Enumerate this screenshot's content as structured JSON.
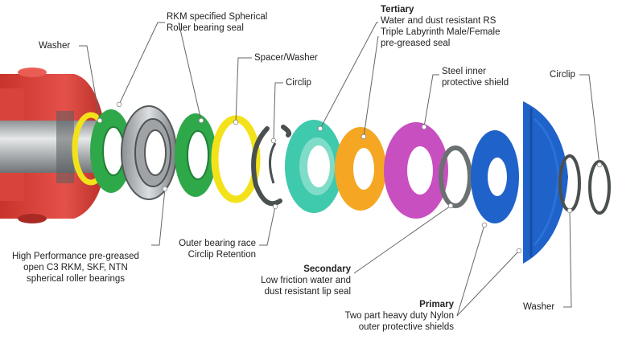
{
  "colors": {
    "roller_red": "#e0473d",
    "shaft_grey": "#b9bcbe",
    "seal_green": "#2fa84a",
    "washer_yellow": "#f3e21a",
    "circlip_grey": "#4a4f4f",
    "lip_seal_teal": "#3fc9ad",
    "spacer_orange": "#f5a623",
    "shield_magenta": "#c84fc0",
    "shield_blue": "#1f62c9",
    "leader_line": "#666666"
  },
  "labels": {
    "washer_left": "Washer",
    "rkm_seal": [
      "RKM specified Spherical",
      "Roller bearing seal"
    ],
    "spacer_washer": "Spacer/Washer",
    "circlip_mid": "Circlip",
    "tertiary_title": "Tertiary",
    "tertiary_desc": [
      "Water and dust resistant RS",
      "Triple Labyrinth Male/Female",
      "pre-greased seal"
    ],
    "steel_shield": [
      "Steel inner",
      "protective shield"
    ],
    "circlip_right": "Circlip",
    "bearings": [
      "High Performance pre-greased",
      "open C3 RKM, SKF, NTN",
      "spherical roller bearings"
    ],
    "outer_race": [
      "Outer bearing race",
      "Circlip Retention"
    ],
    "secondary_title": "Secondary",
    "secondary_desc": [
      "Low friction water and",
      "dust resistant lip seal"
    ],
    "primary_title": "Primary",
    "primary_desc": [
      "Two part heavy duty Nylon",
      "outer protective shields"
    ],
    "washer_right": "Washer"
  }
}
